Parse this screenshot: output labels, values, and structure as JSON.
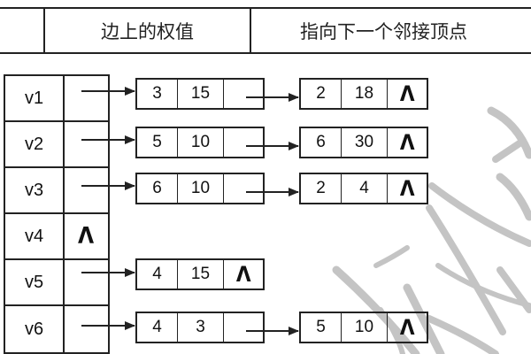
{
  "header": {
    "columns": [
      {
        "label": ""
      },
      {
        "label": "边上的权值"
      },
      {
        "label": "指向下一个邻接顶点"
      }
    ]
  },
  "null_symbol": "Λ",
  "vertices": [
    {
      "name": "v1",
      "edges": [
        {
          "adjvex": "3",
          "weight": "15"
        },
        {
          "adjvex": "2",
          "weight": "18"
        }
      ]
    },
    {
      "name": "v2",
      "edges": [
        {
          "adjvex": "5",
          "weight": "10"
        },
        {
          "adjvex": "6",
          "weight": "30"
        }
      ]
    },
    {
      "name": "v3",
      "edges": [
        {
          "adjvex": "6",
          "weight": "10"
        },
        {
          "adjvex": "2",
          "weight": "4"
        }
      ]
    },
    {
      "name": "v4",
      "edges": []
    },
    {
      "name": "v5",
      "edges": [
        {
          "adjvex": "4",
          "weight": "15"
        }
      ]
    },
    {
      "name": "v6",
      "edges": [
        {
          "adjvex": "4",
          "weight": "3"
        },
        {
          "adjvex": "5",
          "weight": "10"
        }
      ]
    }
  ],
  "colors": {
    "line": "#222222",
    "watermark": "#c4c4c4",
    "background": "#ffffff"
  }
}
